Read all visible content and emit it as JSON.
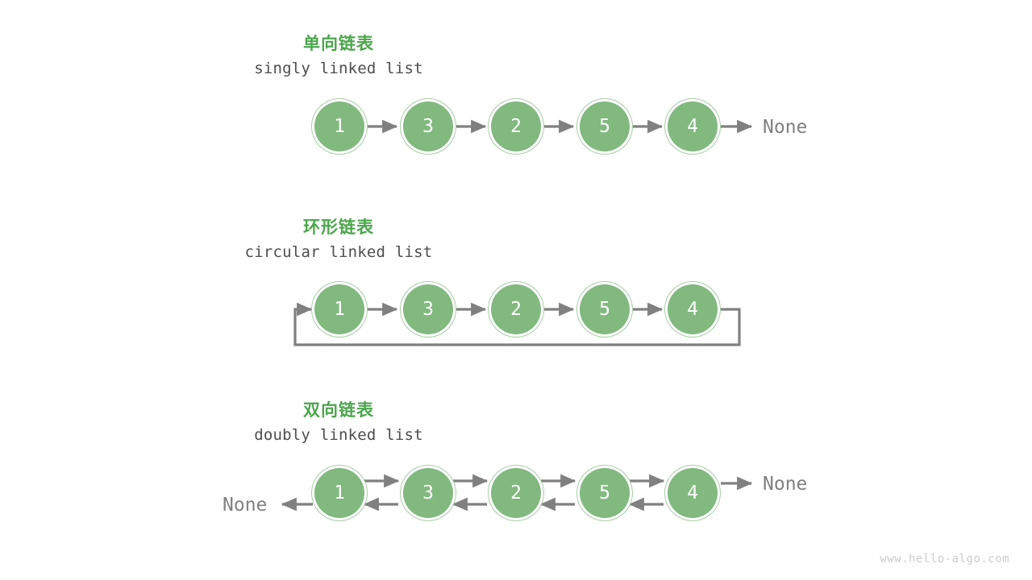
{
  "page": {
    "background": "#ffffff",
    "watermark": "www.hello-algo.com"
  },
  "colors": {
    "node_fill": "#81b97f",
    "node_ring": "#a8cda6",
    "node_text": "#ffffff",
    "title_cn": "#4ca64c",
    "title_en": "#4d4d4d",
    "arrow": "#808080",
    "none_text": "#808080",
    "watermark": "#cccccc"
  },
  "sections": [
    {
      "id": "singly",
      "title_cn": "单向链表",
      "title_en": "singly linked list",
      "nodes": [
        "1",
        "3",
        "2",
        "5",
        "4"
      ],
      "tail_label": "None",
      "head_label": null,
      "directed": "forward",
      "circular": false
    },
    {
      "id": "circular",
      "title_cn": "环形链表",
      "title_en": "circular linked list",
      "nodes": [
        "1",
        "3",
        "2",
        "5",
        "4"
      ],
      "tail_label": null,
      "head_label": null,
      "directed": "forward",
      "circular": true
    },
    {
      "id": "doubly",
      "title_cn": "双向链表",
      "title_en": "doubly linked list",
      "nodes": [
        "1",
        "3",
        "2",
        "5",
        "4"
      ],
      "tail_label": "None",
      "head_label": "None",
      "directed": "both",
      "circular": false
    }
  ]
}
